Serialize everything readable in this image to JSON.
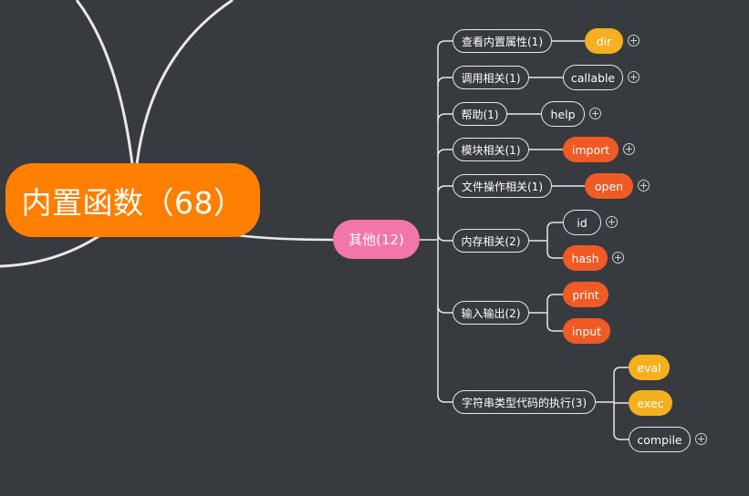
{
  "root": {
    "label": "内置函数（68）"
  },
  "branch": {
    "label": "其他(12)"
  },
  "categories": [
    {
      "label": "查看内置属性(1)",
      "children": [
        {
          "label": "dir",
          "color": "yellow",
          "expand": true
        }
      ]
    },
    {
      "label": "调用相关(1)",
      "children": [
        {
          "label": "callable",
          "color": "outline",
          "expand": true
        }
      ]
    },
    {
      "label": "帮助(1)",
      "children": [
        {
          "label": "help",
          "color": "outline",
          "expand": true
        }
      ]
    },
    {
      "label": "模块相关(1)",
      "children": [
        {
          "label": "import",
          "color": "red",
          "expand": true
        }
      ]
    },
    {
      "label": "文件操作相关(1)",
      "children": [
        {
          "label": "open",
          "color": "red",
          "expand": true
        }
      ]
    },
    {
      "label": "内存相关(2)",
      "children": [
        {
          "label": "id",
          "color": "outline",
          "expand": true
        },
        {
          "label": "hash",
          "color": "red",
          "expand": true
        }
      ]
    },
    {
      "label": "输入输出(2)",
      "children": [
        {
          "label": "print",
          "color": "red",
          "expand": false
        },
        {
          "label": "input",
          "color": "red",
          "expand": false
        }
      ]
    },
    {
      "label": "字符串类型代码的执行(3)",
      "children": [
        {
          "label": "eval",
          "color": "yellow",
          "expand": false
        },
        {
          "label": "exec",
          "color": "yellow",
          "expand": false
        },
        {
          "label": "compile",
          "color": "outline",
          "expand": true
        }
      ]
    }
  ],
  "colors": {
    "background": "#373a3f",
    "root": "#ff8000",
    "branch": "#f277a6",
    "red": "#f05a24",
    "yellow": "#f5b020",
    "line": "#e8e8e8"
  }
}
